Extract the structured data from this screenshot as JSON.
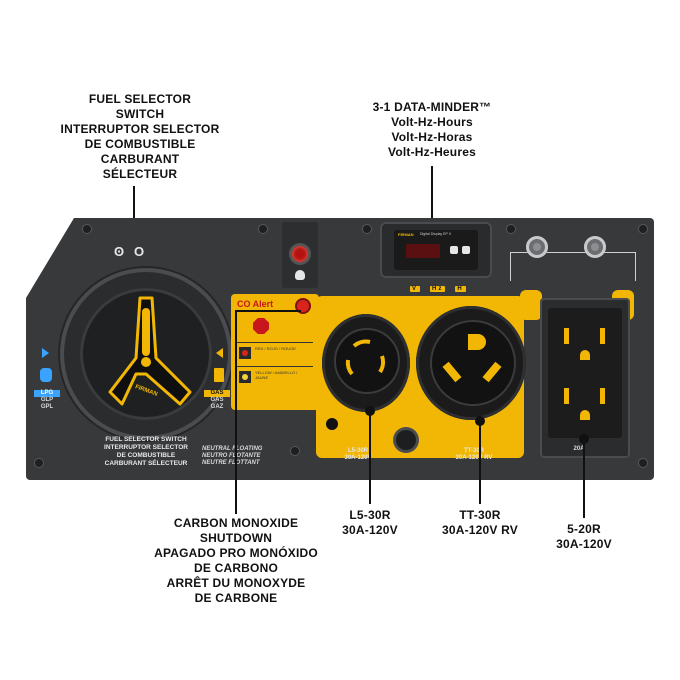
{
  "callouts": {
    "fuel_selector": [
      "FUEL SELECTOR",
      "SWITCH",
      "INTERRUPTOR SELECTOR",
      "DE COMBUSTIBLE",
      "CARBURANT",
      "SÉLECTEUR"
    ],
    "data_minder": [
      "3-1 DATA-MINDER™",
      "Volt-Hz-Hours",
      "Volt-Hz-Horas",
      "Volt-Hz-Heures"
    ],
    "co_shutdown": [
      "CARBON MONOXIDE",
      "SHUTDOWN",
      "APAGADO PRO MONÓXIDO",
      "DE CARBONO",
      "ARRÊT DU MONOXYDE",
      "DE CARBONE"
    ],
    "l5": [
      "L5-30R",
      "30A-120V"
    ],
    "tt": [
      "TT-30R",
      "30A-120V RV"
    ],
    "r520": [
      "5-20R",
      "30A-120V"
    ]
  },
  "panel": {
    "fuel_switch_label": [
      "FUEL SELECTOR SWITCH",
      "INTERRUPTOR SELECTOR",
      "DE COMBUSTIBLE",
      "CARBURANT SÉLECTEUR"
    ],
    "brand": "FIRMAN",
    "lpg_labels": [
      "LPG",
      "GLP",
      "GPL"
    ],
    "gas_labels": [
      "GAS",
      "GAS",
      "GAZ"
    ],
    "neutral_labels": [
      "NEUTRAL FLOATING",
      "NEUTRO FLOTANTE",
      "NEUTRE FLOTTANT"
    ],
    "co_alert_title": "CO Alert",
    "co_rows": [
      {
        "label": "RED / ROJO / ROUGE",
        "color": "#d9231d"
      },
      {
        "label": "YELLOW / AMARILLO / JAUNE",
        "color": "#f2d23b"
      }
    ],
    "datamind_brand": "FIRMAN",
    "datamind_sub": "Digital Display EP II",
    "dm_icons": [
      "V",
      "Hz",
      "H"
    ],
    "l5_label": [
      "L5-30R",
      "30A-120V"
    ],
    "tt_label": [
      "TT-30R",
      "30A-120V RV"
    ],
    "r520_label": "20A",
    "sym_left": "ʘ",
    "sym_right": "O"
  },
  "colors": {
    "panel": "#38393b",
    "yellow": "#f2b705",
    "red": "#d9231d"
  }
}
